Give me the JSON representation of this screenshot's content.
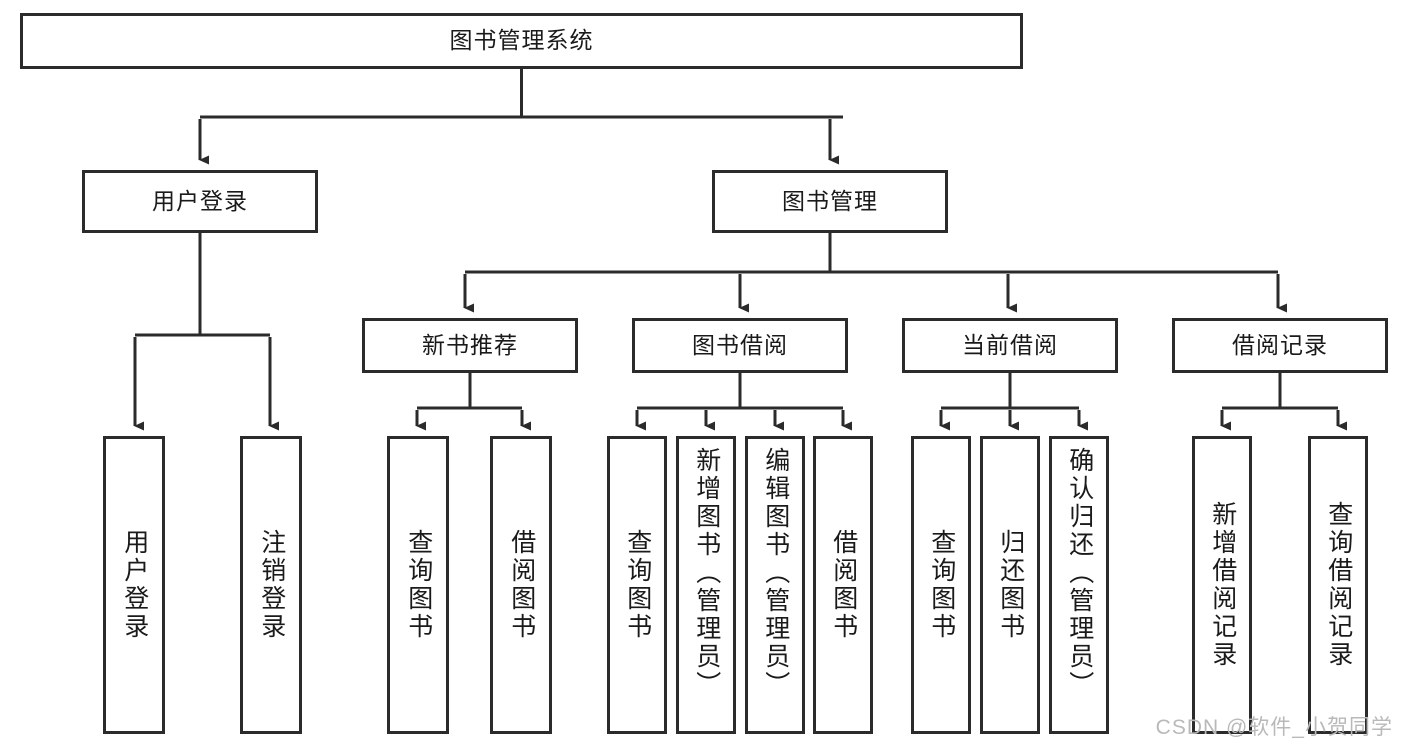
{
  "diagram": {
    "title": "图书管理系统",
    "root": {
      "label": "图书管理系统"
    },
    "level2": [
      {
        "label": "用户登录"
      },
      {
        "label": "图书管理"
      }
    ],
    "level3": [
      {
        "label": "新书推荐"
      },
      {
        "label": "图书借阅"
      },
      {
        "label": "当前借阅"
      },
      {
        "label": "借阅记录"
      }
    ],
    "leaves": {
      "user_login": [
        {
          "label": "用户登录"
        },
        {
          "label": "注销登录"
        }
      ],
      "new_book": [
        {
          "label": "查询图书"
        },
        {
          "label": "借阅图书"
        }
      ],
      "book_borrow": [
        {
          "label": "查询图书"
        },
        {
          "label": "新增图书（管理员）"
        },
        {
          "label": "编辑图书（管理员）"
        },
        {
          "label": "借阅图书"
        }
      ],
      "current_borrow": [
        {
          "label": "查询图书"
        },
        {
          "label": "归还图书"
        },
        {
          "label": "确认归还（管理员）"
        }
      ],
      "borrow_record": [
        {
          "label": "新增借阅记录"
        },
        {
          "label": "查询借阅记录"
        }
      ]
    }
  },
  "watermark": {
    "text": "CSDN @软件_小贺同学"
  },
  "colors": {
    "stroke": "#2b2b2b",
    "background": "#ffffff",
    "text": "#1a1a1a",
    "watermark": "#b9b9b9"
  }
}
